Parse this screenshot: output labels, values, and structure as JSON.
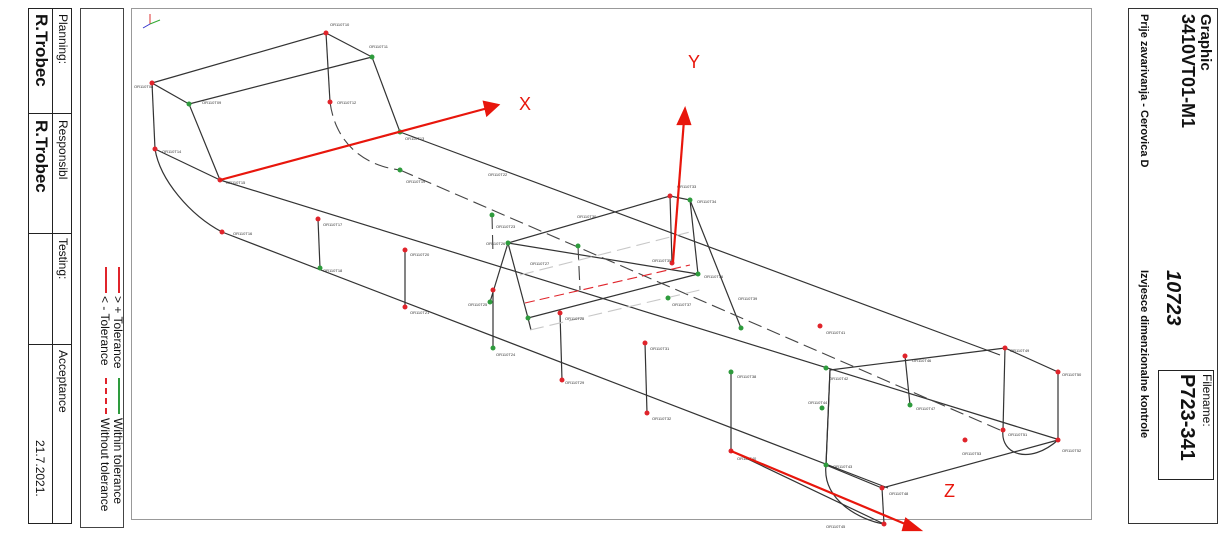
{
  "left_block": {
    "columns": [
      {
        "header": "Planning:",
        "name": "R.Trobec"
      },
      {
        "header": "Responsibl",
        "name": "R.Trobec"
      },
      {
        "header": "Testing:",
        "name": ""
      },
      {
        "header": "Acceptance",
        "name": ""
      }
    ],
    "date": "21.7.2021."
  },
  "legend": {
    "plus_tolerance": "> + Tolerance",
    "minus_tolerance": "< - Tolerance",
    "within": "Within tolerance",
    "without": "Without tolerance",
    "colors": {
      "red": "#e0242b",
      "green": "#2e9b3d"
    }
  },
  "title_block": {
    "graphic_label": "Graphic",
    "graphic_code": "3410VT01-M1",
    "description": "Prije zavarivanja - Cerovica D",
    "number": "10723",
    "report_title": "Izvjesce dimenzionalne kontrole",
    "filename_label": "Filename:",
    "filename": "P723-341"
  },
  "axes": {
    "x": "X",
    "y": "Y",
    "z": "Z",
    "color": "#e8160c"
  },
  "points": [
    "OR110T08",
    "OR110T09",
    "OR110T10",
    "OR110T11",
    "OR110T12",
    "OR110T13",
    "OR110T14",
    "OR110T15",
    "OR110T16",
    "OR110T17",
    "OR110T18",
    "OR110T19",
    "OR110T20",
    "OR110T21",
    "OR110T22",
    "OR110T23",
    "OR110T24",
    "OR110T25",
    "OR110T26",
    "OR110T27",
    "OR110T28",
    "OR110T29",
    "OR110T30",
    "OR110T31",
    "OR110T32",
    "OR110T33",
    "OR110T34",
    "OR110T35",
    "OR110T36",
    "OR110T37",
    "OR110T38",
    "OR110T39",
    "OR110T40",
    "OR110T41",
    "OR110T42",
    "OR110T43",
    "OR110T44",
    "OR110T45",
    "OR110T46",
    "OR110T47",
    "OR110T48",
    "OR110T49",
    "OR110T50",
    "OR110T51",
    "OR110T52",
    "OR110T53"
  ]
}
